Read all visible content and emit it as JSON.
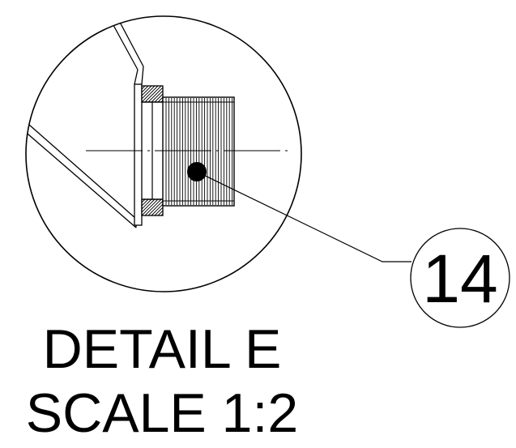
{
  "detail": {
    "title": "DETAIL E",
    "scale": "SCALE 1:2"
  },
  "balloon": {
    "number": "14"
  },
  "colors": {
    "ink": "#000000",
    "paper": "#ffffff"
  }
}
